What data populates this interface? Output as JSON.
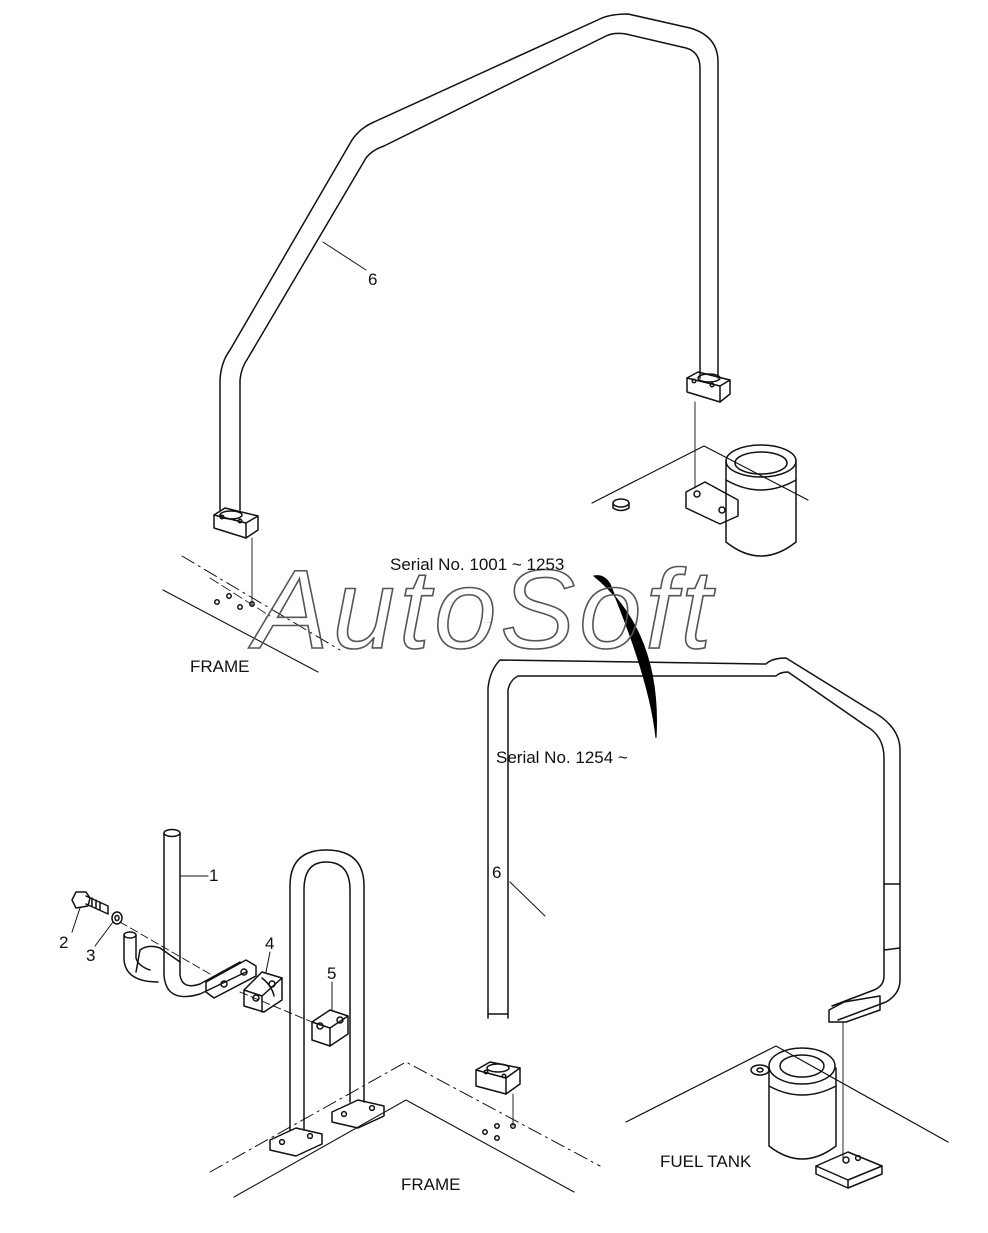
{
  "diagram": {
    "serial_old": "Serial No. 1001 ~ 1253",
    "serial_new": "Serial No. 1254 ~",
    "frame_label_top": "FRAME",
    "frame_label_bottom": "FRAME",
    "fuel_tank_label": "FUEL TANK",
    "watermark": "AutoSoft"
  },
  "callouts": {
    "c6_top": "6",
    "c6_bottom": "6",
    "c1": "1",
    "c2": "2",
    "c3": "3",
    "c4": "4",
    "c5": "5"
  }
}
